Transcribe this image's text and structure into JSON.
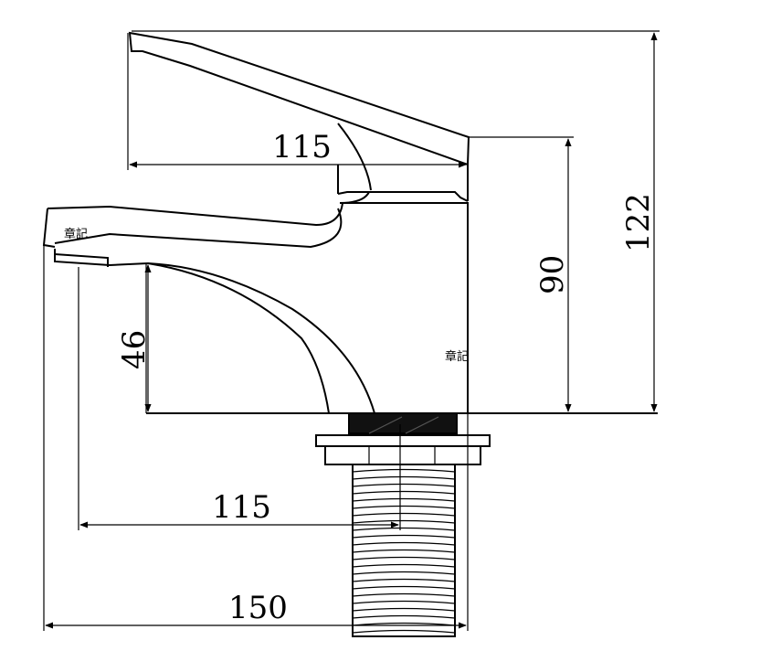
{
  "dimensions": {
    "handle_length": "115",
    "spout_reach": "115",
    "overall_length": "150",
    "body_height": "90",
    "overall_height": "122",
    "spout_height": "46"
  },
  "marks": {
    "mark_left": "章記",
    "mark_right": "章記"
  }
}
